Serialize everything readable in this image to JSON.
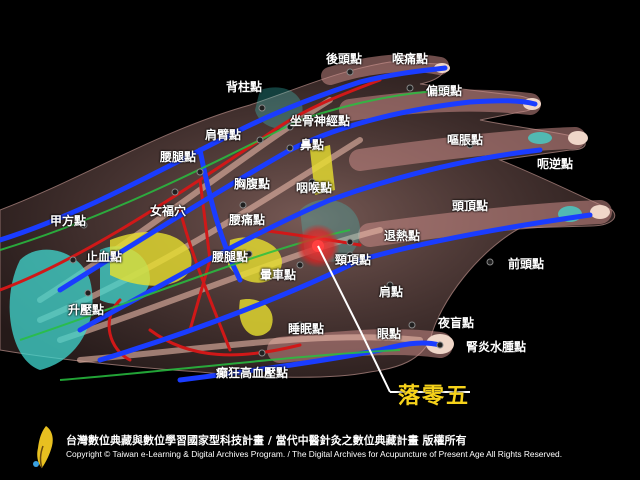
{
  "points": [
    {
      "id": "houtou",
      "label": "後頭點"
    },
    {
      "id": "houtong",
      "label": "喉痛點"
    },
    {
      "id": "beizhu",
      "label": "背柱點"
    },
    {
      "id": "piantou",
      "label": "偏頭點"
    },
    {
      "id": "zuogu",
      "label": "坐骨神經點"
    },
    {
      "id": "jianbi",
      "label": "肩臂點"
    },
    {
      "id": "ouzhang",
      "label": "嘔脹點"
    },
    {
      "id": "bi",
      "label": "鼻點"
    },
    {
      "id": "yaotui1",
      "label": "腰腿點"
    },
    {
      "id": "eni",
      "label": "呃逆點"
    },
    {
      "id": "xiongfu",
      "label": "胸腹點"
    },
    {
      "id": "yanhou",
      "label": "咽喉點"
    },
    {
      "id": "toudingright",
      "label": "頭頂點"
    },
    {
      "id": "nvfu",
      "label": "女福穴"
    },
    {
      "id": "yaotong",
      "label": "腰痛點"
    },
    {
      "id": "jiafang",
      "label": "甲方點"
    },
    {
      "id": "tuire",
      "label": "退熱點"
    },
    {
      "id": "zhixue",
      "label": "止血點"
    },
    {
      "id": "yaotui2",
      "label": "腰腿點"
    },
    {
      "id": "jingding",
      "label": "頸項點"
    },
    {
      "id": "qiantou",
      "label": "前頭點"
    },
    {
      "id": "yunche",
      "label": "暈車點"
    },
    {
      "id": "jian",
      "label": "肩點"
    },
    {
      "id": "shengya",
      "label": "升壓點"
    },
    {
      "id": "shuimian",
      "label": "睡眠點"
    },
    {
      "id": "yemang",
      "label": "夜盲點"
    },
    {
      "id": "yan",
      "label": "眼點"
    },
    {
      "id": "shenyan",
      "label": "腎炎水腫點"
    },
    {
      "id": "dian",
      "label": "癲狂高血壓點"
    }
  ],
  "highlight": {
    "label": "落零五"
  },
  "footer": {
    "line1": "台灣數位典藏與數位學習國家型科技計畫 / 當代中醫針灸之數位典藏計畫 版權所有",
    "line2": "Copyright © Taiwan e-Learning & Digital Archives Program. / The Digital Archives for Acupuncture of Present Age All Rights Reserved."
  },
  "colors": {
    "background": "#000000",
    "label": "#ffffff",
    "highlight": "#f6d21a",
    "vein": "#1a3cff",
    "artery": "#d01818",
    "nerve": "#e8e030",
    "tendon": "#e8b8a8",
    "muscle": "#40d8d0"
  }
}
